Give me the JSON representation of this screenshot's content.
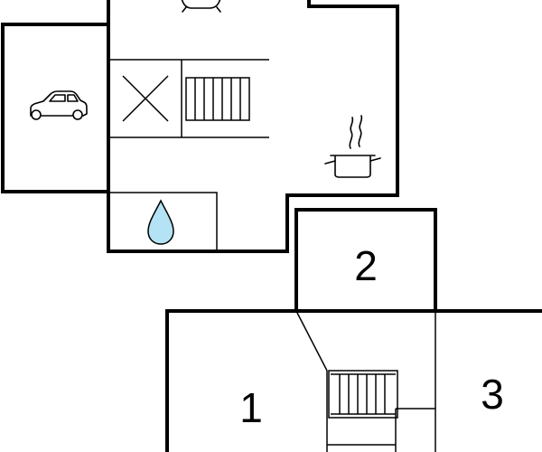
{
  "floor_plan": {
    "rooms": [
      {
        "id": "room-1",
        "label": "1"
      },
      {
        "id": "room-2",
        "label": "2"
      },
      {
        "id": "room-3",
        "label": "3"
      }
    ],
    "icons": [
      "car-icon",
      "water-drop-icon",
      "cooking-pot-icon",
      "bathtub-icon",
      "stairs-icon",
      "void-cross-icon"
    ],
    "colors": {
      "walls": "#000000",
      "background": "#ffffff",
      "water": "#b3e3f4"
    }
  }
}
